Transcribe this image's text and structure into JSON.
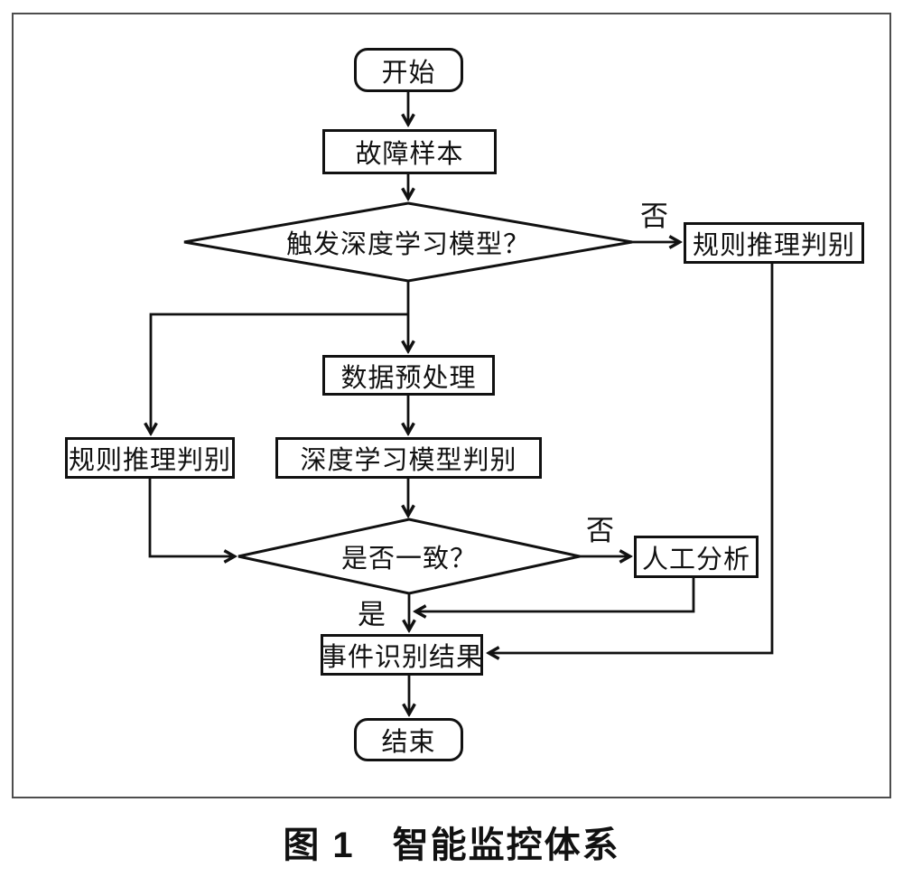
{
  "figure": {
    "caption_label": "图 1",
    "caption_title": "智能监控体系"
  },
  "flowchart": {
    "nodes": {
      "start": {
        "label": "开始",
        "shape": "terminator"
      },
      "fault_sample": {
        "label": "故障样本",
        "shape": "process"
      },
      "trigger_decision": {
        "label": "触发深度学习模型？",
        "shape": "decision"
      },
      "rule_right": {
        "label": "规则推理判别",
        "shape": "process"
      },
      "data_preprocess": {
        "label": "数据预处理",
        "shape": "process"
      },
      "rule_left": {
        "label": "规则推理判别",
        "shape": "process"
      },
      "deep_judge": {
        "label": "深度学习模型判别",
        "shape": "process"
      },
      "consistent_decision": {
        "label": "是否一致？",
        "shape": "decision"
      },
      "manual_analysis": {
        "label": "人工分析",
        "shape": "process"
      },
      "event_result": {
        "label": "事件识别结果",
        "shape": "process"
      },
      "end": {
        "label": "结束",
        "shape": "terminator"
      }
    },
    "edge_labels": {
      "trigger_no": "否",
      "consistent_no": "否",
      "consistent_yes": "是"
    },
    "colors": {
      "line": "#111111",
      "frame_border": "#4d4d4d",
      "background": "#ffffff",
      "text": "#111111"
    }
  }
}
